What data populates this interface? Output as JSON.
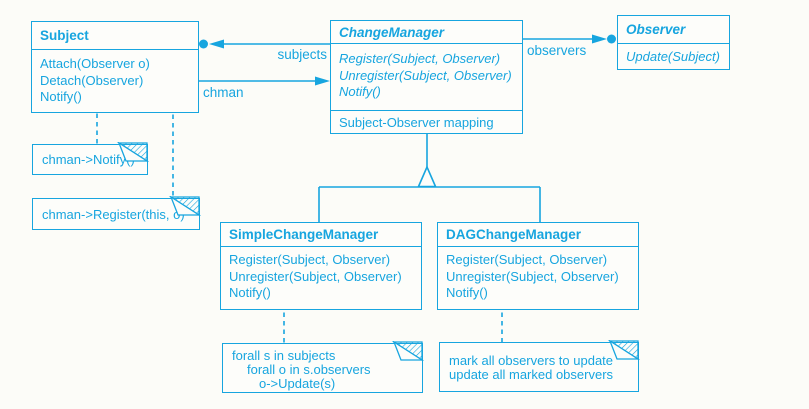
{
  "diagram": {
    "kind": "OMT class diagram — Observer pattern with ChangeManager"
  },
  "colors": {
    "accent": "#17a5df",
    "background": "#fcfcf8"
  },
  "classes": {
    "subject": {
      "name": "Subject",
      "methods": [
        "Attach(Observer o)",
        "Detach(Observer)",
        "Notify()"
      ]
    },
    "change_manager": {
      "name": "ChangeManager",
      "methods": [
        "Register(Subject, Observer)",
        "Unregister(Subject, Observer)",
        "Notify()"
      ],
      "attributes": [
        "Subject-Observer mapping"
      ]
    },
    "observer": {
      "name": "Observer",
      "methods": [
        "Update(Subject)"
      ]
    },
    "simple_change_manager": {
      "name": "SimpleChangeManager",
      "methods": [
        "Register(Subject, Observer)",
        "Unregister(Subject, Observer)",
        "Notify()"
      ]
    },
    "dag_change_manager": {
      "name": "DAGChangeManager",
      "methods": [
        "Register(Subject, Observer)",
        "Unregister(Subject, Observer)",
        "Notify()"
      ]
    }
  },
  "edges": {
    "subjects": {
      "label": "subjects"
    },
    "chman": {
      "label": "chman"
    },
    "observers": {
      "label": "observers"
    }
  },
  "notes": {
    "notify_note": {
      "lines": [
        "chman->Notify()"
      ]
    },
    "register_note": {
      "lines": [
        "chman->Register(this, o)"
      ]
    },
    "simple_note": {
      "lines": [
        "forall s in subjects",
        "forall o in s.observers",
        "o->Update(s)"
      ]
    },
    "dag_note": {
      "lines": [
        "mark all observers to update",
        "update all marked observers"
      ]
    }
  }
}
